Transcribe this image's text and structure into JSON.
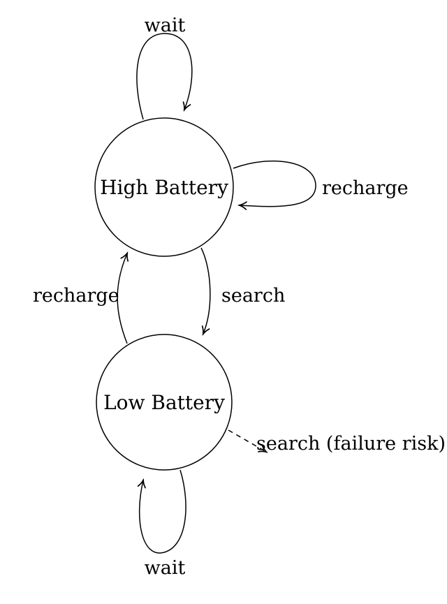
{
  "diagram": {
    "type": "state-machine",
    "colors": {
      "background": "#ffffff",
      "stroke": "#000000"
    },
    "states": [
      {
        "id": "high-battery",
        "label": "High Battery"
      },
      {
        "id": "low-battery",
        "label": "Low Battery"
      }
    ],
    "transitions": [
      {
        "id": "wait-high",
        "label": "wait",
        "from": "high-battery",
        "to": "high-battery",
        "style": "solid",
        "kind": "self-loop-top"
      },
      {
        "id": "recharge-high",
        "label": "recharge",
        "from": "high-battery",
        "to": "high-battery",
        "style": "solid",
        "kind": "self-loop-right"
      },
      {
        "id": "search-high-low",
        "label": "search",
        "from": "high-battery",
        "to": "low-battery",
        "style": "solid",
        "kind": "curve-right"
      },
      {
        "id": "recharge-low-high",
        "label": "recharge",
        "from": "low-battery",
        "to": "high-battery",
        "style": "solid",
        "kind": "curve-left"
      },
      {
        "id": "search-failure",
        "label": "search (failure risk)",
        "from": "low-battery",
        "to": "",
        "style": "dashed",
        "kind": "exit-right"
      },
      {
        "id": "wait-low",
        "label": "wait",
        "from": "low-battery",
        "to": "low-battery",
        "style": "solid",
        "kind": "self-loop-bottom"
      }
    ]
  }
}
